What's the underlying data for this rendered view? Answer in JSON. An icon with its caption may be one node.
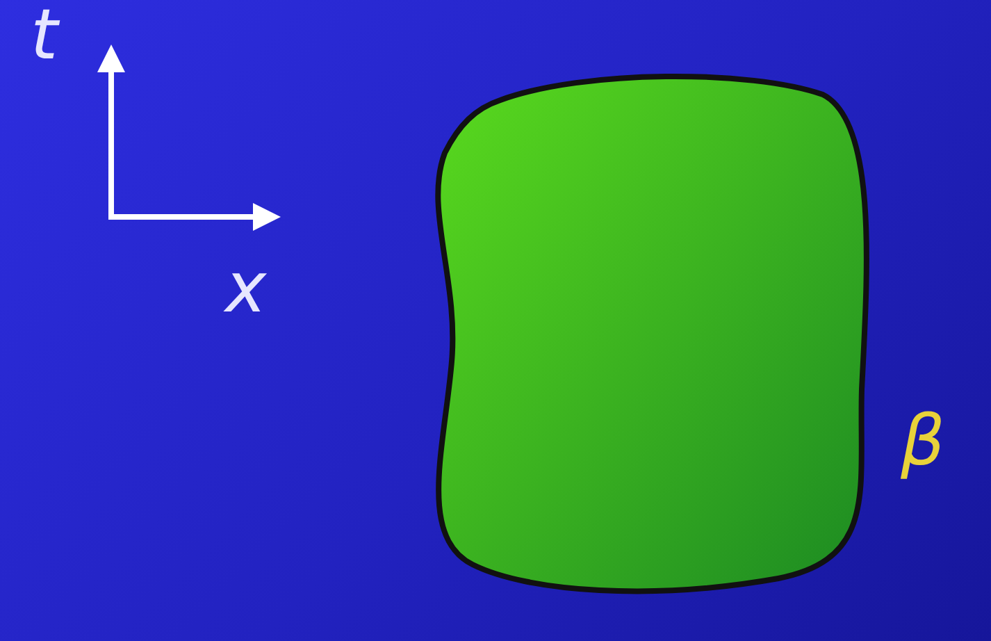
{
  "diagram": {
    "labels": [
      "t",
      "x",
      "β"
    ]
  }
}
